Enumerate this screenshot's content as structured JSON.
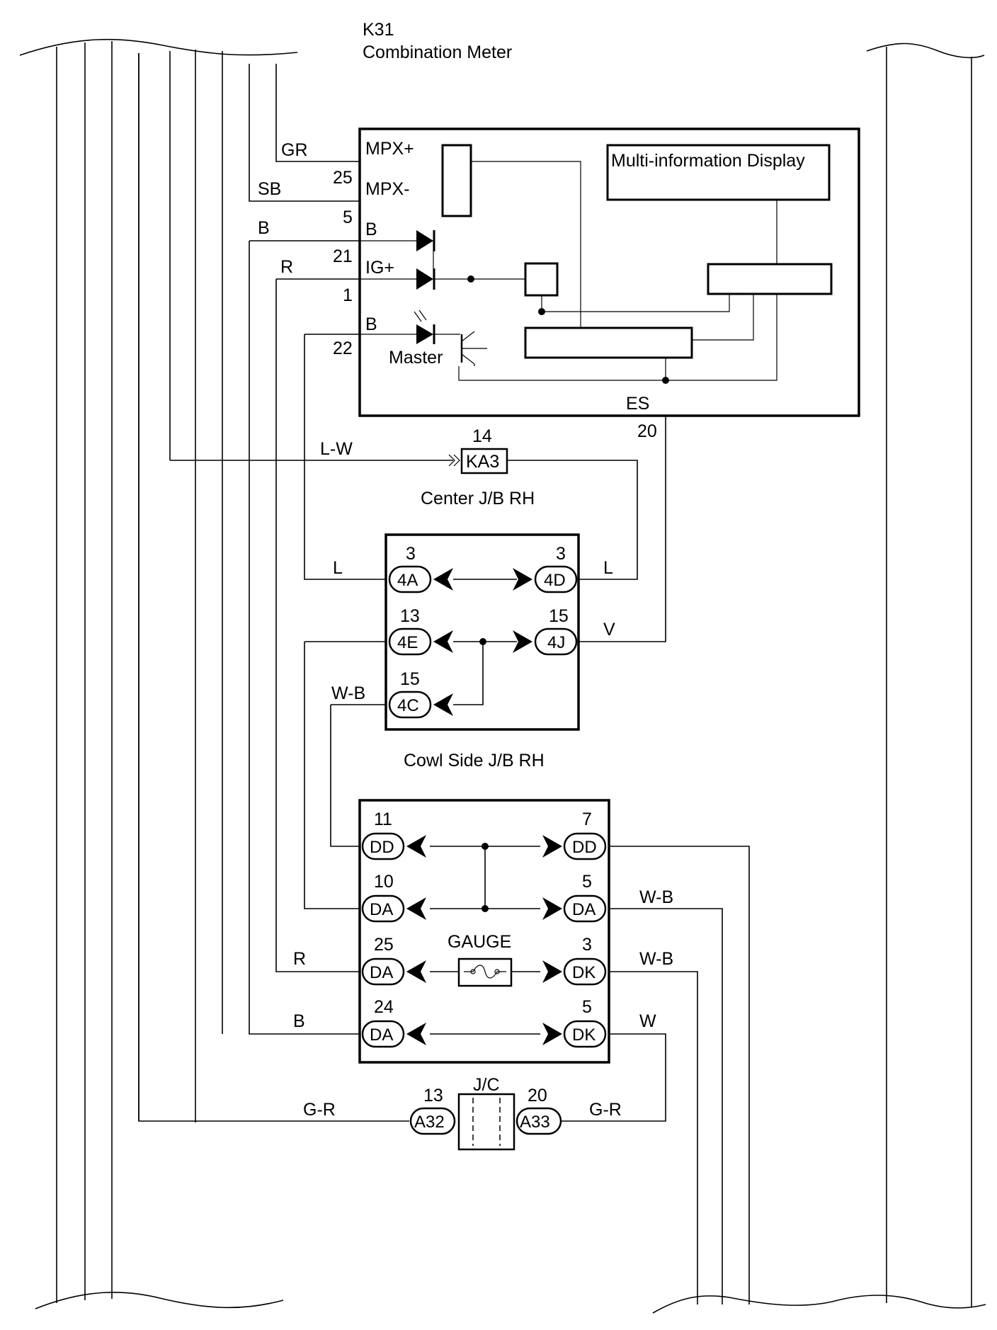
{
  "meter": {
    "id": "K31",
    "name": "Combination Meter"
  },
  "display_label": "Multi-information Display",
  "pins": {
    "mpx_plus": "MPX+",
    "mpx_minus": "MPX-",
    "b1": "B",
    "igplus": "IG+",
    "b2": "B",
    "master": "Master",
    "es": "ES",
    "n25": "25",
    "n5": "5",
    "n21": "21",
    "n1": "1",
    "n22": "22",
    "n20": "20"
  },
  "wires": {
    "gr": "GR",
    "sb": "SB",
    "b": "B",
    "r": "R",
    "lw": "L-W",
    "l_left": "L",
    "l_right": "L",
    "v": "V",
    "wb": "W-B",
    "wb_da": "W-B",
    "r_da": "R",
    "wb_dk": "W-B",
    "b_da": "B",
    "w_dk": "W",
    "gr_left": "G-R",
    "gr_right": "G-R"
  },
  "center_jb": {
    "label": "Center J/B RH",
    "connector": "KA3",
    "pin": "14"
  },
  "cowl_jb": {
    "label": "Cowl Side J/B RH",
    "connectors": [
      {
        "code": "4A",
        "pin": "3"
      },
      {
        "code": "4D",
        "pin": "3"
      },
      {
        "code": "4E",
        "pin": "13"
      },
      {
        "code": "4J",
        "pin": "15"
      },
      {
        "code": "4C",
        "pin": "15"
      }
    ]
  },
  "lower_jb": {
    "gauge": "GAUGE",
    "connectors": [
      {
        "code": "DD",
        "pin": "11"
      },
      {
        "code": "DD",
        "pin": "7"
      },
      {
        "code": "DA",
        "pin": "10"
      },
      {
        "code": "DA",
        "pin": "5"
      },
      {
        "code": "DA",
        "pin": "25"
      },
      {
        "code": "DK",
        "pin": "3"
      },
      {
        "code": "DA",
        "pin": "24"
      },
      {
        "code": "DK",
        "pin": "5"
      }
    ]
  },
  "jc": {
    "label": "J/C",
    "connectors": [
      {
        "code": "A32",
        "pin": "13"
      },
      {
        "code": "A33",
        "pin": "20"
      }
    ]
  }
}
